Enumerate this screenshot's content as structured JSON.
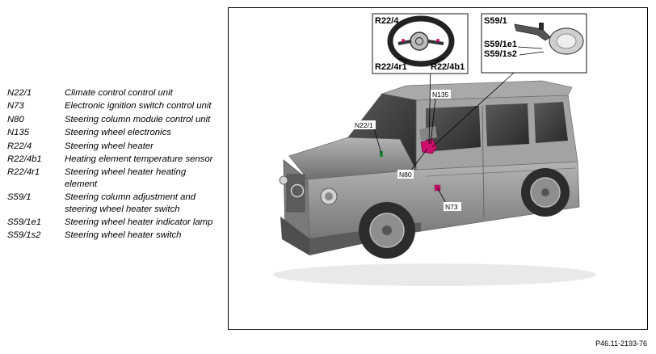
{
  "legend": {
    "items": [
      {
        "code": "N22/1",
        "desc": "Climate control control unit"
      },
      {
        "code": "N73",
        "desc": "Electronic ignition switch control unit"
      },
      {
        "code": "N80",
        "desc": "Steering column module control unit"
      },
      {
        "code": "N135",
        "desc": "Steering wheel electronics"
      },
      {
        "code": "R22/4",
        "desc": "Steering wheel heater"
      },
      {
        "code": "R22/4b1",
        "desc": "Heating element temperature sensor"
      },
      {
        "code": "R22/4r1",
        "desc": "Steering wheel heater heating element"
      },
      {
        "code": "S59/1",
        "desc": "Steering column adjustment and steering wheel heater switch"
      },
      {
        "code": "S59/1e1",
        "desc": "Steering wheel heater indicator lamp"
      },
      {
        "code": "S59/1s2",
        "desc": "Steering wheel heater switch"
      }
    ]
  },
  "diagram": {
    "callouts": {
      "n135": "N135",
      "n22_1": "N22/1",
      "n80": "N80",
      "n73": "N73"
    },
    "inset_wheel": {
      "top_label": "R22/4",
      "left_label": "R22/4r1",
      "right_label": "R22/4b1"
    },
    "inset_switch": {
      "top_label": "S59/1",
      "label_e1": "S59/1e1",
      "label_s2": "S59/1s2"
    },
    "colors": {
      "highlight_magenta": "#d0106e",
      "highlight_green": "#1f8a3a",
      "body_gray": "#8e8e8e"
    }
  },
  "footer": {
    "doc_id": "P46.11-2193-76"
  }
}
